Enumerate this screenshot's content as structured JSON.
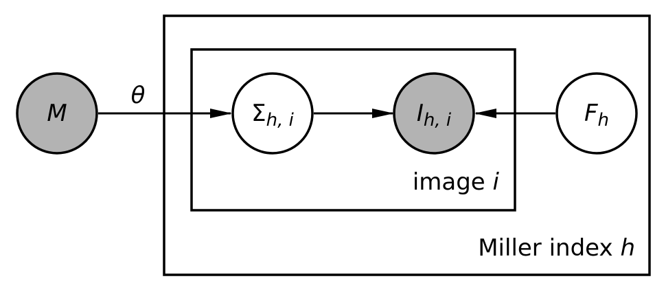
{
  "colors": {
    "observed_fill": "#b3b3b3",
    "latent_fill": "#ffffff",
    "stroke": "#000000"
  },
  "nodes": {
    "M": {
      "symbol": "M",
      "observed": true
    },
    "Sigma": {
      "symbol": "Σ",
      "subscript": "h, i",
      "observed": false
    },
    "I": {
      "symbol": "I",
      "subscript": "h, i",
      "observed": true
    },
    "F": {
      "symbol": "F",
      "subscript": "h",
      "observed": false
    }
  },
  "edge_labels": {
    "theta": "θ"
  },
  "plates": {
    "outer": {
      "label_text": "Miller index ",
      "label_var": "h"
    },
    "inner": {
      "label_text": "image ",
      "label_var": "i"
    }
  },
  "edges": [
    {
      "from": "M",
      "to": "Sigma",
      "label": "theta"
    },
    {
      "from": "Sigma",
      "to": "I"
    },
    {
      "from": "F",
      "to": "I"
    }
  ]
}
